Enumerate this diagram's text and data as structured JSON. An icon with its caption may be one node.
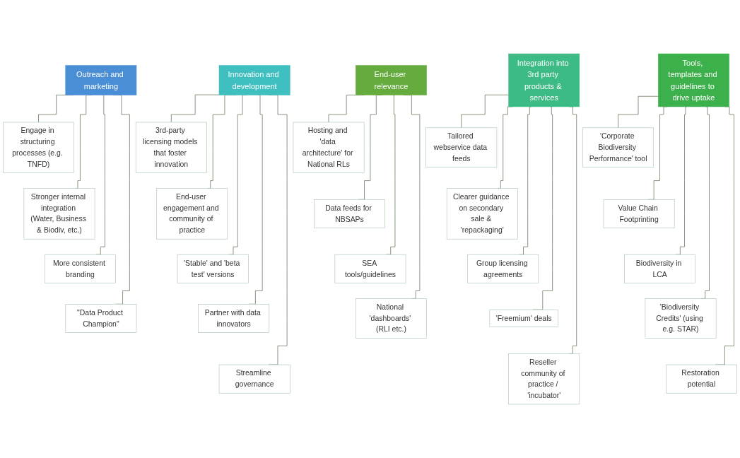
{
  "diagram": {
    "nodes": [
      {
        "text": [
          "Outreach and marketing"
        ]
      },
      {
        "text": [
          "Engage in structuring processes (e.g. TNFD)"
        ]
      },
      {
        "text": [
          "Stronger internal integration (Water, Business & Biodiv, etc.)"
        ]
      },
      {
        "text": [
          "More consistent branding"
        ]
      },
      {
        "text": [
          "\"Data Product Champion\""
        ]
      },
      {
        "text": [
          "Innovation and development"
        ]
      },
      {
        "text": [
          "3rd-party licensing models that foster innovation"
        ]
      },
      {
        "text": [
          "End-user engagement and community of practice"
        ]
      },
      {
        "text": [
          "'Stable' and 'beta test' versions"
        ]
      },
      {
        "text": [
          "Partner with data innovators"
        ]
      },
      {
        "text": [
          "Streamline governance"
        ]
      },
      {
        "text": [
          "Integration into 3rd party products & services"
        ]
      },
      {
        "text": [
          "Tailored webservice data feeds"
        ]
      },
      {
        "text": [
          "Clearer guidance on secondary sale & 'repackaging'"
        ]
      },
      {
        "text": [
          "Group licensing agreements"
        ]
      },
      {
        "text": [
          "'Freemium' deals"
        ]
      },
      {
        "text": [
          "Reseller community of practice / 'incubator'"
        ]
      },
      {
        "text": [
          "Tools, templates and guidelines to drive uptake"
        ]
      },
      {
        "text": [
          "'Corporate Biodiversity Performance' tool"
        ]
      },
      {
        "text": [
          "Value Chain Footprinting"
        ]
      },
      {
        "text": [
          "Biodiversity in LCA"
        ]
      },
      {
        "text": [
          "'Biodiversity Credits' (using e.g. STAR)"
        ]
      },
      {
        "text": [
          "Restoration potential"
        ]
      },
      {
        "text": [
          "End-user relevance"
        ]
      },
      {
        "text": [
          "Hosting and 'data architecture' for National RLs"
        ]
      },
      {
        "text": [
          "Data feeds for NBSAPs"
        ]
      },
      {
        "text": [
          "SEA tools/guidelines"
        ]
      },
      {
        "text": [
          "National 'dashboards' (RLI etc.)"
        ]
      }
    ],
    "edges": [
      {
        "from": 0,
        "to": 1,
        "arrow": "none"
      },
      {
        "from": 0,
        "to": 2,
        "arrow": "none"
      },
      {
        "from": 0,
        "to": 3,
        "arrow": "none"
      },
      {
        "from": 0,
        "to": 4,
        "arrow": "none"
      },
      {
        "from": 5,
        "to": 6,
        "arrow": "none"
      },
      {
        "from": 5,
        "to": 7,
        "arrow": "none"
      },
      {
        "from": 5,
        "to": 8,
        "arrow": "none"
      },
      {
        "from": 5,
        "to": 9,
        "arrow": "none"
      },
      {
        "from": 5,
        "to": 10,
        "arrow": "none"
      },
      {
        "from": 11,
        "to": 12,
        "arrow": "none"
      },
      {
        "from": 11,
        "to": 13,
        "arrow": "none"
      },
      {
        "from": 11,
        "to": 14,
        "arrow": "none"
      },
      {
        "from": 11,
        "to": 15,
        "arrow": "none"
      },
      {
        "from": 11,
        "to": 16,
        "arrow": "none"
      },
      {
        "from": 17,
        "to": 18,
        "arrow": "none"
      },
      {
        "from": 17,
        "to": 19,
        "arrow": "none"
      },
      {
        "from": 17,
        "to": 20,
        "arrow": "none"
      },
      {
        "from": 17,
        "to": 21,
        "arrow": "none"
      },
      {
        "from": 17,
        "to": 22,
        "arrow": "none"
      },
      {
        "from": 23,
        "to": 24,
        "arrow": "none"
      },
      {
        "from": 23,
        "to": 25,
        "arrow": "none"
      },
      {
        "from": 23,
        "to": 26,
        "arrow": "none"
      },
      {
        "from": 23,
        "to": 27,
        "arrow": "none"
      }
    ]
  }
}
